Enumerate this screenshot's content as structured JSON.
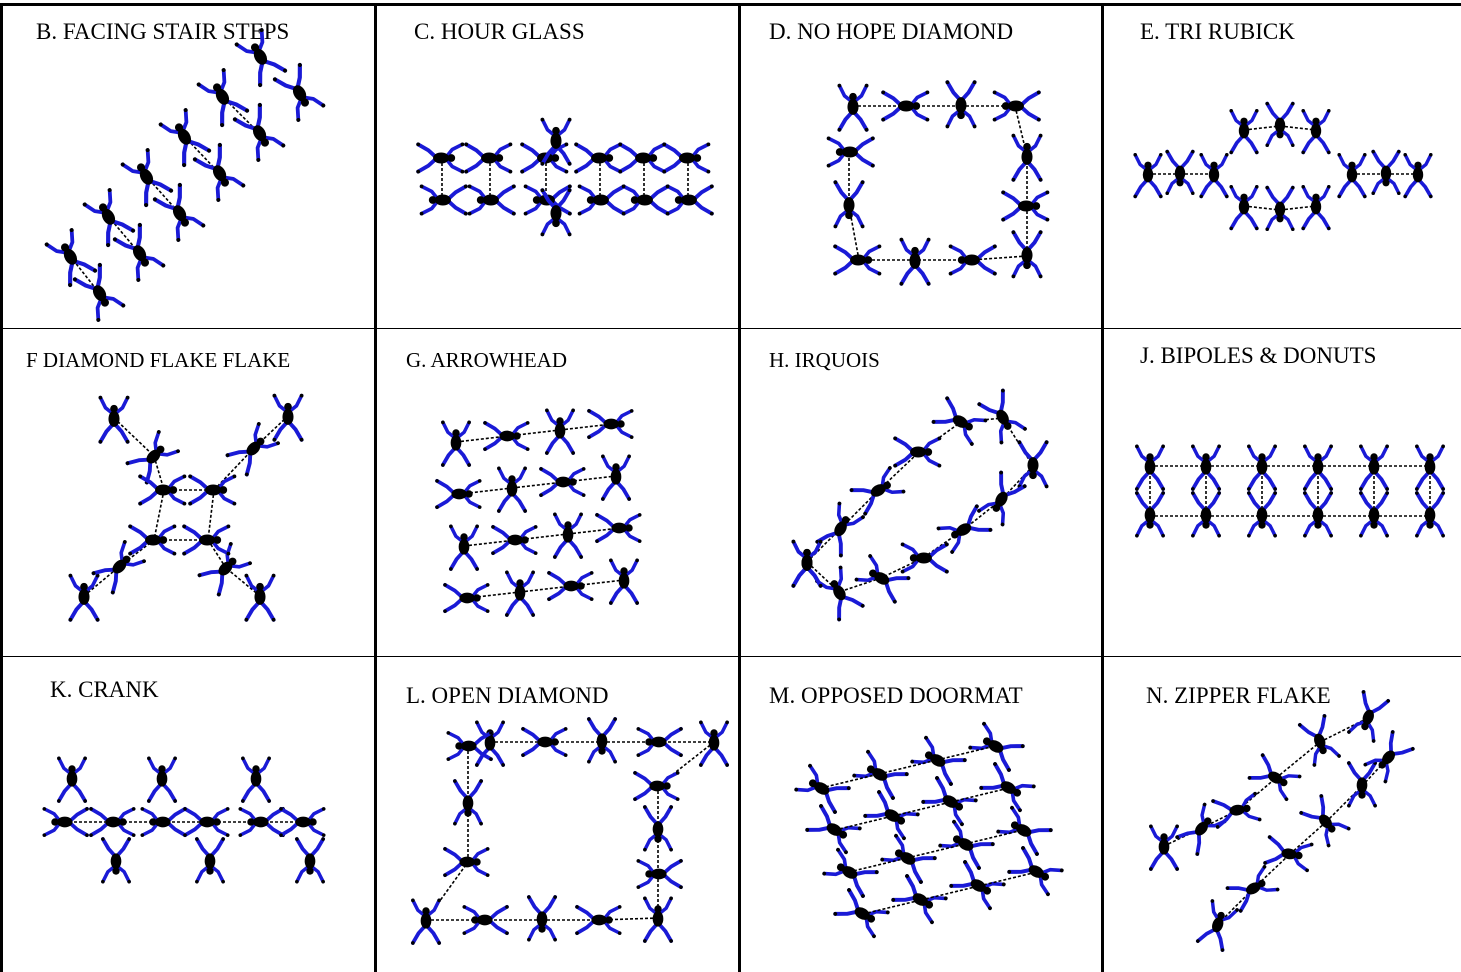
{
  "formations": [
    {
      "id": "B",
      "title": "B. FACING STAIR STEPS"
    },
    {
      "id": "C",
      "title": "C. HOUR GLASS"
    },
    {
      "id": "D",
      "title": "D. NO HOPE DIAMOND"
    },
    {
      "id": "E",
      "title": "E. TRI RUBICK"
    },
    {
      "id": "F",
      "title": "F DIAMOND FLAKE FLAKE"
    },
    {
      "id": "G",
      "title": "G. ARROWHEAD"
    },
    {
      "id": "H",
      "title": "H. IRQUOIS"
    },
    {
      "id": "J",
      "title": "J. BIPOLES & DONUTS"
    },
    {
      "id": "K",
      "title": "K. CRANK"
    },
    {
      "id": "L",
      "title": "L. OPEN DIAMOND"
    },
    {
      "id": "M",
      "title": "M. OPPOSED DOORMAT"
    },
    {
      "id": "N",
      "title": "N. ZIPPER FLAKE"
    }
  ],
  "colors": {
    "suit": "#1a1ad6",
    "body": "#000000",
    "grid": "#000000",
    "background": "#ffffff"
  }
}
